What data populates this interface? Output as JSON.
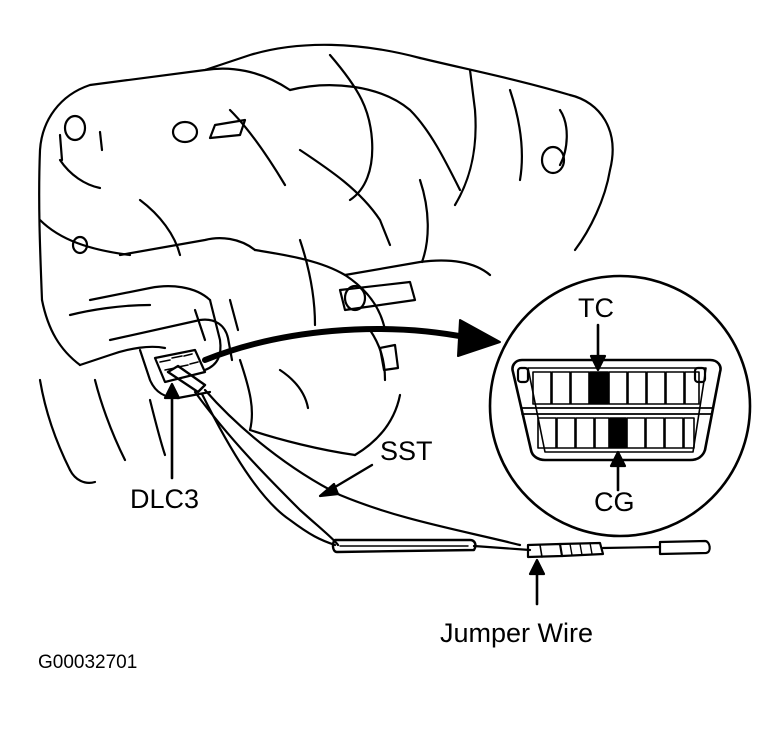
{
  "labels": {
    "tc": "TC",
    "cg": "CG",
    "sst": "SST",
    "dlc3": "DLC3",
    "jumper_wire": "Jumper Wire",
    "figure_id": "G00032701"
  },
  "colors": {
    "ink": "#000000",
    "paper": "#ffffff"
  },
  "connector": {
    "pins_per_row": 9,
    "rows": 2,
    "highlighted_pins": [
      "TC",
      "CG"
    ]
  }
}
